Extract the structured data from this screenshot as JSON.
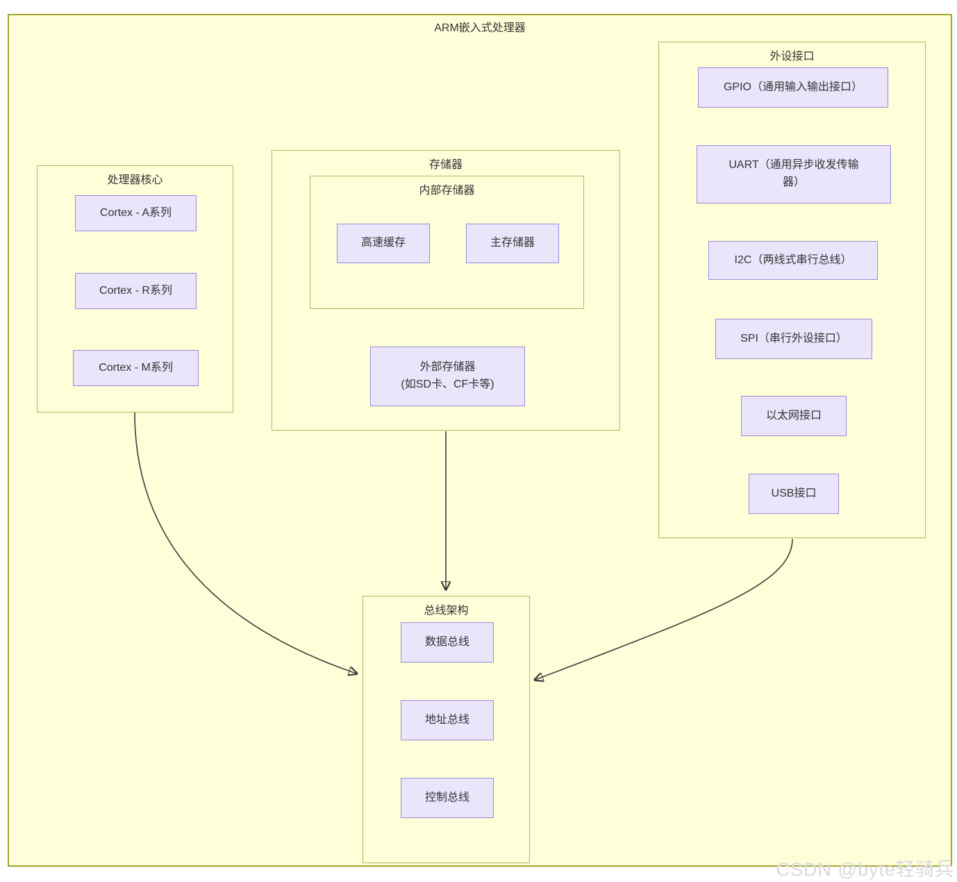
{
  "title": "ARM嵌入式处理器",
  "watermark": "CSDN @byte轻骑兵",
  "colors": {
    "canvas_background": "#feffd9",
    "outer_border": "#a3a32d",
    "group_border": "#b6b35f",
    "node_background": "#e9e6fb",
    "node_border": "#9c89d8",
    "text": "#333333",
    "arrow": "#3c3c3c",
    "watermark": "#d9d9d9"
  },
  "groups": {
    "processor": {
      "title": "处理器核心",
      "items": [
        "Cortex - A系列",
        "Cortex - R系列",
        "Cortex - M系列"
      ]
    },
    "memory": {
      "title": "存储器",
      "internal": {
        "title": "内部存储器",
        "items": [
          "高速缓存",
          "主存储器"
        ]
      },
      "external": "外部存储器\n(如SD卡、CF卡等)"
    },
    "peripherals": {
      "title": "外设接口",
      "items": [
        "GPIO（通用输入输出接口）",
        "UART（通用异步收发传输\n器）",
        "I2C（两线式串行总线）",
        "SPI（串行外设接口）",
        "以太网接口",
        "USB接口"
      ]
    },
    "bus": {
      "title": "总线架构",
      "items": [
        "数据总线",
        "地址总线",
        "控制总线"
      ]
    }
  },
  "connections": [
    {
      "from": "处理器核心",
      "to": "总线架构"
    },
    {
      "from": "存储器",
      "to": "总线架构"
    },
    {
      "from": "外设接口",
      "to": "总线架构"
    }
  ]
}
